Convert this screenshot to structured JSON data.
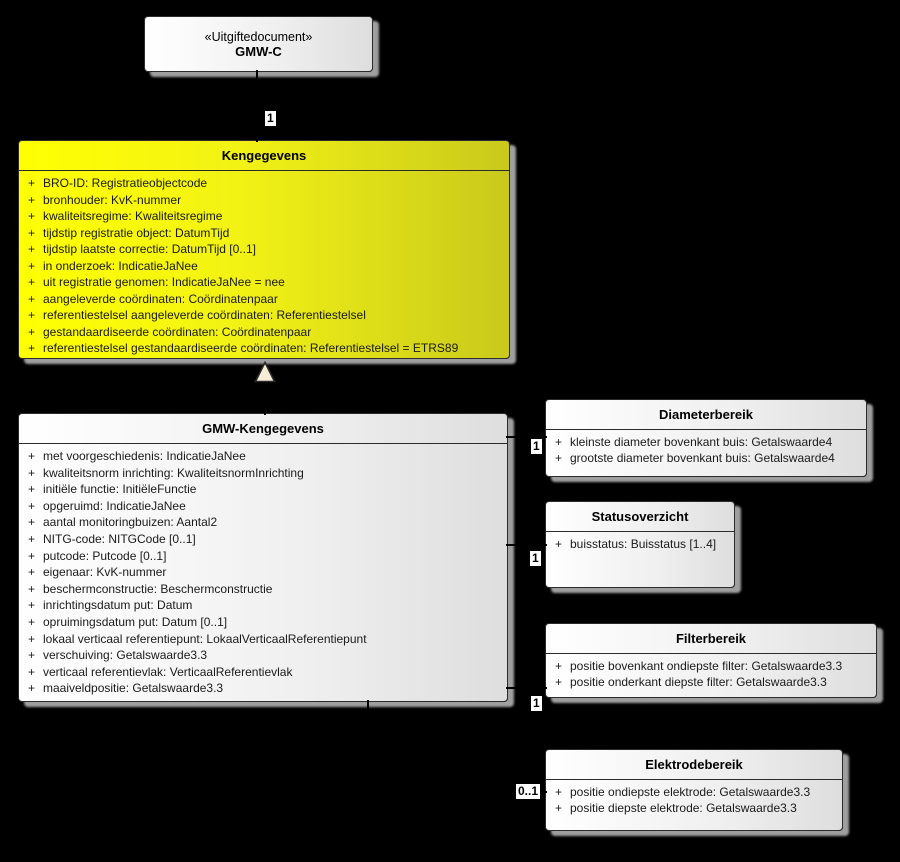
{
  "diagram": {
    "background_color": "#000000",
    "accent_yellow": "#ffff00",
    "accent_yellow_dark": "#c9c91c",
    "box_fill_start": "#ffffff",
    "box_fill_end": "#dedede",
    "shadow_color": "#9f9f9f",
    "classes": {
      "uitgiftedocument": {
        "stereotype": "«Uitgiftedocument»",
        "name": "GMW-C"
      },
      "kengegevens": {
        "name": "Kengegevens",
        "attributes": [
          {
            "vis": "+",
            "text": "BRO-ID: Registratieobjectcode"
          },
          {
            "vis": "+",
            "text": "bronhouder: KvK-nummer"
          },
          {
            "vis": "+",
            "text": "kwaliteitsregime: Kwaliteitsregime"
          },
          {
            "vis": "+",
            "text": "tijdstip registratie object: DatumTijd"
          },
          {
            "vis": "+",
            "text": "tijdstip laatste correctie: DatumTijd [0..1]"
          },
          {
            "vis": "+",
            "text": "in onderzoek: IndicatieJaNee"
          },
          {
            "vis": "+",
            "text": "uit registratie genomen: IndicatieJaNee = nee"
          },
          {
            "vis": "+",
            "text": "aangeleverde coördinaten: Coördinatenpaar"
          },
          {
            "vis": "+",
            "text": "referentiestelsel aangeleverde coördinaten: Referentiestelsel"
          },
          {
            "vis": "+",
            "text": "gestandaardiseerde coördinaten: Coördinatenpaar"
          },
          {
            "vis": "+",
            "text": "referentiestelsel gestandaardiseerde coördinaten: Referentiestelsel = ETRS89"
          }
        ]
      },
      "gmw_kengegevens": {
        "name": "GMW-Kengegevens",
        "attributes": [
          {
            "vis": "+",
            "text": "met voorgeschiedenis: IndicatieJaNee"
          },
          {
            "vis": "+",
            "text": "kwaliteitsnorm inrichting: KwaliteitsnormInrichting"
          },
          {
            "vis": "+",
            "text": "initiële functie: InitiëleFunctie"
          },
          {
            "vis": "+",
            "text": "opgeruimd: IndicatieJaNee"
          },
          {
            "vis": "+",
            "text": "aantal monitoringbuizen: Aantal2"
          },
          {
            "vis": "+",
            "text": "NITG-code: NITGCode [0..1]"
          },
          {
            "vis": "+",
            "text": "putcode: Putcode [0..1]"
          },
          {
            "vis": "+",
            "text": "eigenaar: KvK-nummer"
          },
          {
            "vis": "+",
            "text": "beschermconstructie: Beschermconstructie"
          },
          {
            "vis": "+",
            "text": "inrichtingsdatum put: Datum"
          },
          {
            "vis": "+",
            "text": "opruimingsdatum put: Datum [0..1]"
          },
          {
            "vis": "+",
            "text": "lokaal verticaal referentiepunt: LokaalVerticaalReferentiepunt"
          },
          {
            "vis": "+",
            "text": "verschuiving: Getalswaarde3.3"
          },
          {
            "vis": "+",
            "text": "verticaal referentievlak: VerticaalReferentievlak"
          },
          {
            "vis": "+",
            "text": "maaiveldpositie: Getalswaarde3.3"
          }
        ]
      },
      "diameterbereik": {
        "name": "Diameterbereik",
        "attributes": [
          {
            "vis": "+",
            "text": "kleinste diameter bovenkant buis: Getalswaarde4"
          },
          {
            "vis": "+",
            "text": "grootste diameter bovenkant buis: Getalswaarde4"
          }
        ]
      },
      "statusoverzicht": {
        "name": "Statusoverzicht",
        "attributes": [
          {
            "vis": "+",
            "text": "buisstatus: Buisstatus [1..4]"
          }
        ]
      },
      "filterbereik": {
        "name": "Filterbereik",
        "attributes": [
          {
            "vis": "+",
            "text": "positie bovenkant ondiepste filter: Getalswaarde3.3"
          },
          {
            "vis": "+",
            "text": "positie onderkant diepste filter: Getalswaarde3.3"
          }
        ]
      },
      "elektrodebereik": {
        "name": "Elektrodebereik",
        "attributes": [
          {
            "vis": "+",
            "text": "positie ondiepste elektrode: Getalswaarde3.3"
          },
          {
            "vis": "+",
            "text": "positie diepste elektrode: Getalswaarde3.3"
          }
        ]
      }
    },
    "relations": {
      "doc_kengegevens": {
        "multiplicity": "1"
      },
      "gmw_generalization": {
        "type": "generalization"
      },
      "gmw_diameterbereik": {
        "multiplicity": "1"
      },
      "gmw_statusoverzicht": {
        "multiplicity": "1"
      },
      "gmw_filterbereik": {
        "multiplicity": "1"
      },
      "gmw_elektrodebereik": {
        "multiplicity": "0..1"
      }
    }
  }
}
